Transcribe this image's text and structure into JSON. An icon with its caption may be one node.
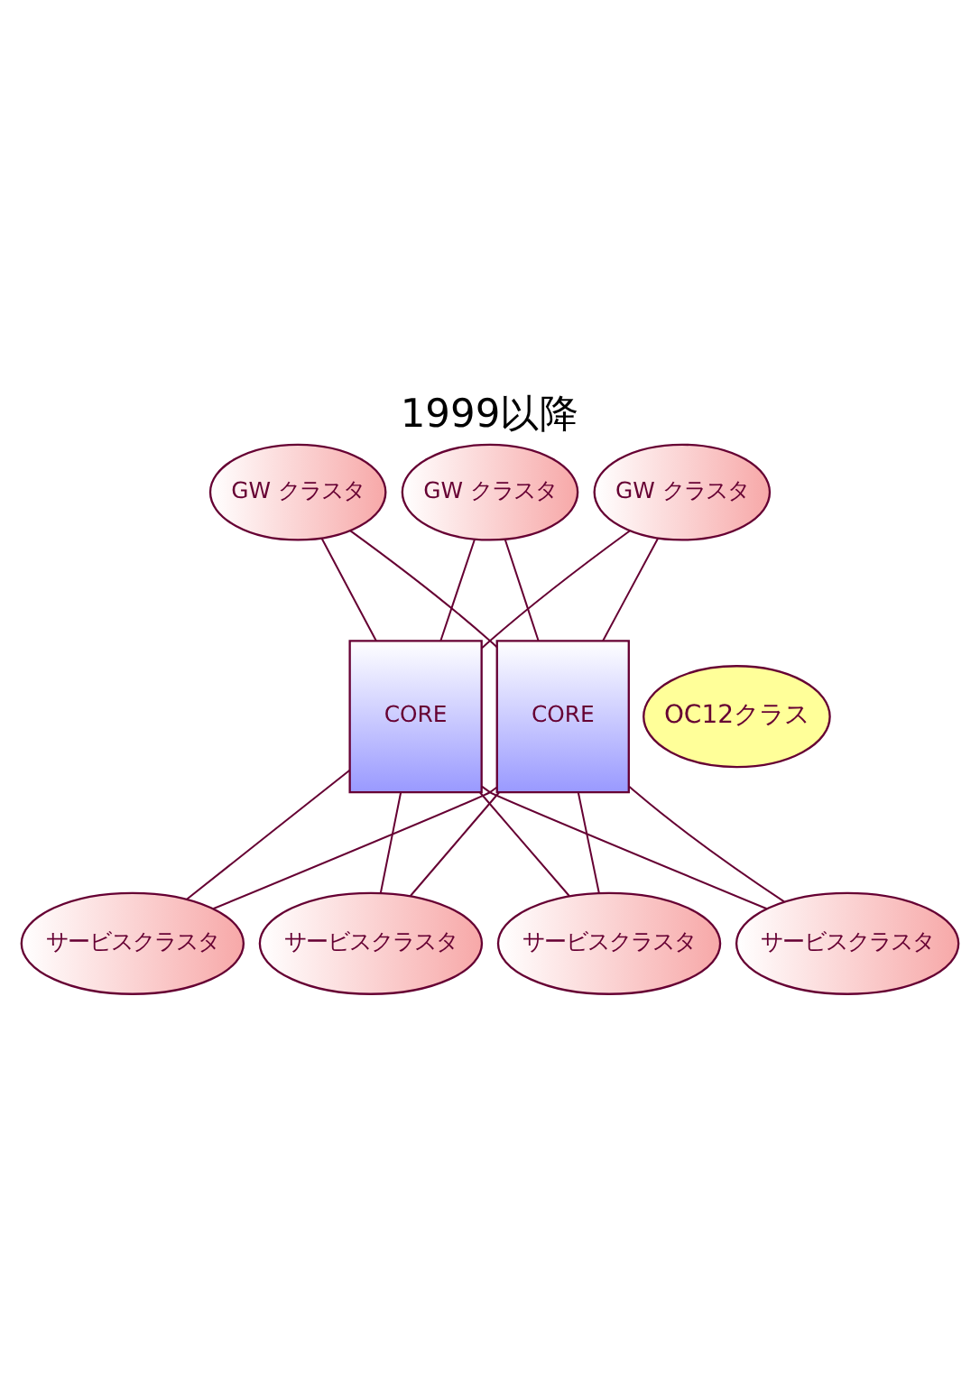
{
  "diagram": {
    "title": "1999以降",
    "nodes": [
      {
        "text": [
          "GW クラスタ"
        ]
      },
      {
        "text": [
          "GW クラスタ"
        ]
      },
      {
        "text": [
          "GW クラスタ"
        ]
      },
      {
        "text": [
          "CORE"
        ]
      },
      {
        "text": [
          "CORE"
        ]
      },
      {
        "text": [
          "サービスクラスタ"
        ]
      },
      {
        "text": [
          "サービスクラスタ"
        ]
      },
      {
        "text": [
          "サービスクラスタ"
        ]
      },
      {
        "text": [
          "サービスクラスタ"
        ]
      },
      {
        "text": [
          "OC12クラス"
        ]
      }
    ],
    "edges": [
      {
        "from": 0,
        "to": 3,
        "arrow": "none"
      },
      {
        "from": 0,
        "to": 4,
        "arrow": "none"
      },
      {
        "from": 1,
        "to": 3,
        "arrow": "none"
      },
      {
        "from": 1,
        "to": 4,
        "arrow": "none"
      },
      {
        "from": 2,
        "to": 3,
        "arrow": "none"
      },
      {
        "from": 2,
        "to": 4,
        "arrow": "none"
      },
      {
        "from": 3,
        "to": 5,
        "arrow": "none"
      },
      {
        "from": 3,
        "to": 6,
        "arrow": "none"
      },
      {
        "from": 3,
        "to": 7,
        "arrow": "none"
      },
      {
        "from": 3,
        "to": 8,
        "arrow": "none"
      },
      {
        "from": 4,
        "to": 5,
        "arrow": "none"
      },
      {
        "from": 4,
        "to": 6,
        "arrow": "none"
      },
      {
        "from": 4,
        "to": 7,
        "arrow": "none"
      },
      {
        "from": 4,
        "to": 8,
        "arrow": "none"
      }
    ]
  }
}
